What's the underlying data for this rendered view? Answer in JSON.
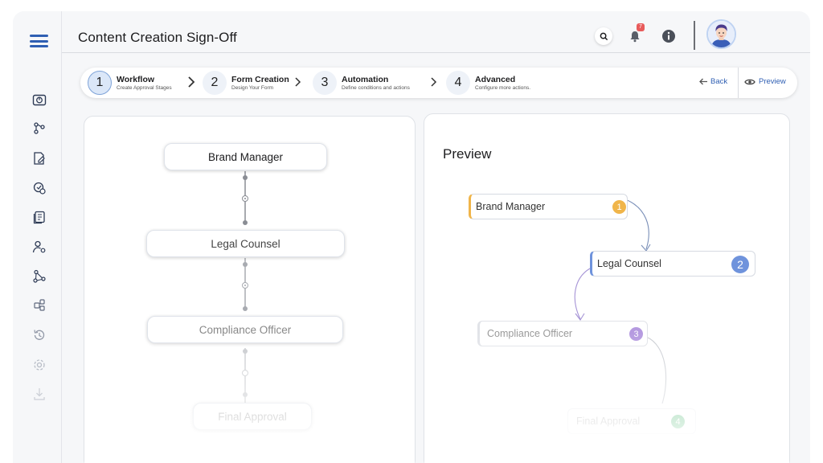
{
  "header": {
    "title": "Content Creation Sign-Off",
    "notification_count": "7"
  },
  "sidebar": {
    "items": [
      {
        "icon": "dashboard-icon"
      },
      {
        "icon": "workflow-icon"
      },
      {
        "icon": "form-edit-icon"
      },
      {
        "icon": "automation-icon"
      },
      {
        "icon": "documents-icon"
      },
      {
        "icon": "user-settings-icon"
      },
      {
        "icon": "network-icon"
      },
      {
        "icon": "integrations-icon"
      },
      {
        "icon": "history-icon"
      },
      {
        "icon": "settings-icon"
      },
      {
        "icon": "download-icon"
      }
    ]
  },
  "stepper": {
    "steps": [
      {
        "number": "1",
        "title": "Workflow",
        "subtitle": "Create Approval Stages"
      },
      {
        "number": "2",
        "title": "Form Creation",
        "subtitle": "Design Your Form"
      },
      {
        "number": "3",
        "title": "Automation",
        "subtitle": "Define conditions and actions"
      },
      {
        "number": "4",
        "title": "Advanced",
        "subtitle": "Configure more actions."
      }
    ],
    "back_label": "Back",
    "preview_label": "Preview"
  },
  "builder": {
    "nodes": [
      {
        "label": "Brand Manager"
      },
      {
        "label": "Legal Counsel"
      },
      {
        "label": "Compliance Officer"
      },
      {
        "label": "Final Approval"
      }
    ]
  },
  "preview": {
    "title": "Preview",
    "nodes": [
      {
        "label": "Brand Manager",
        "number": "1",
        "color": "#f0b54a"
      },
      {
        "label": "Legal Counsel",
        "number": "2",
        "color": "#6f93dc"
      },
      {
        "label": "Compliance Officer",
        "number": "3",
        "color": "#b59ae0"
      },
      {
        "label": "Final Approval",
        "number": "4",
        "color": "#6cc38a"
      }
    ]
  },
  "colors": {
    "accent": "#2f5fb3",
    "badge": "#e85b5b"
  }
}
